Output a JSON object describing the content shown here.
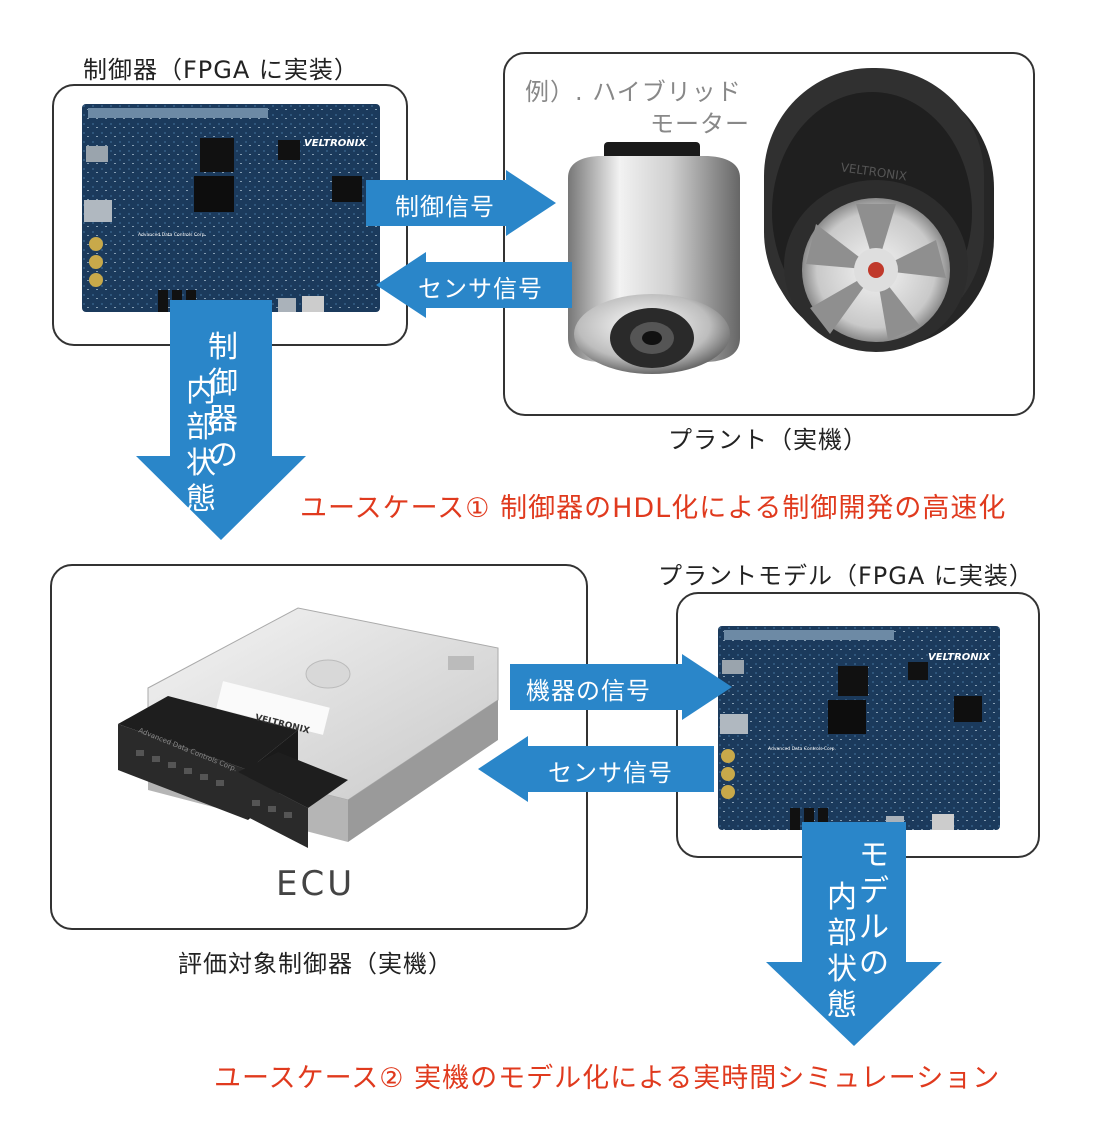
{
  "top": {
    "controller_caption": "制御器（FPGA に実装）",
    "plant_example_line1": "例）. ハイブリッド",
    "plant_example_line2": "モーター",
    "plant_caption": "プラント（実機）",
    "arrow_right_label": "制御信号",
    "arrow_left_label": "センサ信号",
    "down_arrow_label": [
      "制",
      "御",
      "器",
      "の",
      "内",
      "部",
      "状",
      "態"
    ],
    "usecase": "ユースケース① 制御器のHDL化による制御開発の高速化"
  },
  "bottom": {
    "ecu_label": "ECU",
    "ecu_caption": "評価対象制御器（実機）",
    "plant_model_caption": "プラントモデル（FPGA に実装）",
    "arrow_right_label": "機器の信号",
    "arrow_left_label": "センサ信号",
    "down_arrow_label": [
      "モ",
      "デ",
      "ル",
      "の",
      "内",
      "部",
      "状",
      "態"
    ],
    "usecase": "ユースケース② 実機のモデル化による実時間シミュレーション"
  },
  "logos": {
    "board_brand": "VELTRONIX",
    "board_sub": "Advanced Data Controls Corp.",
    "tire_brand": "VELTRONIX",
    "ecu_brand": "VELTRONIX",
    "ecu_connector_text": "Advanced Data Controls Corp."
  },
  "colors": {
    "arrow_blue": "#2a86c9",
    "board_blue": "#1b3a5c",
    "usecase_red": "#e03a1e"
  }
}
